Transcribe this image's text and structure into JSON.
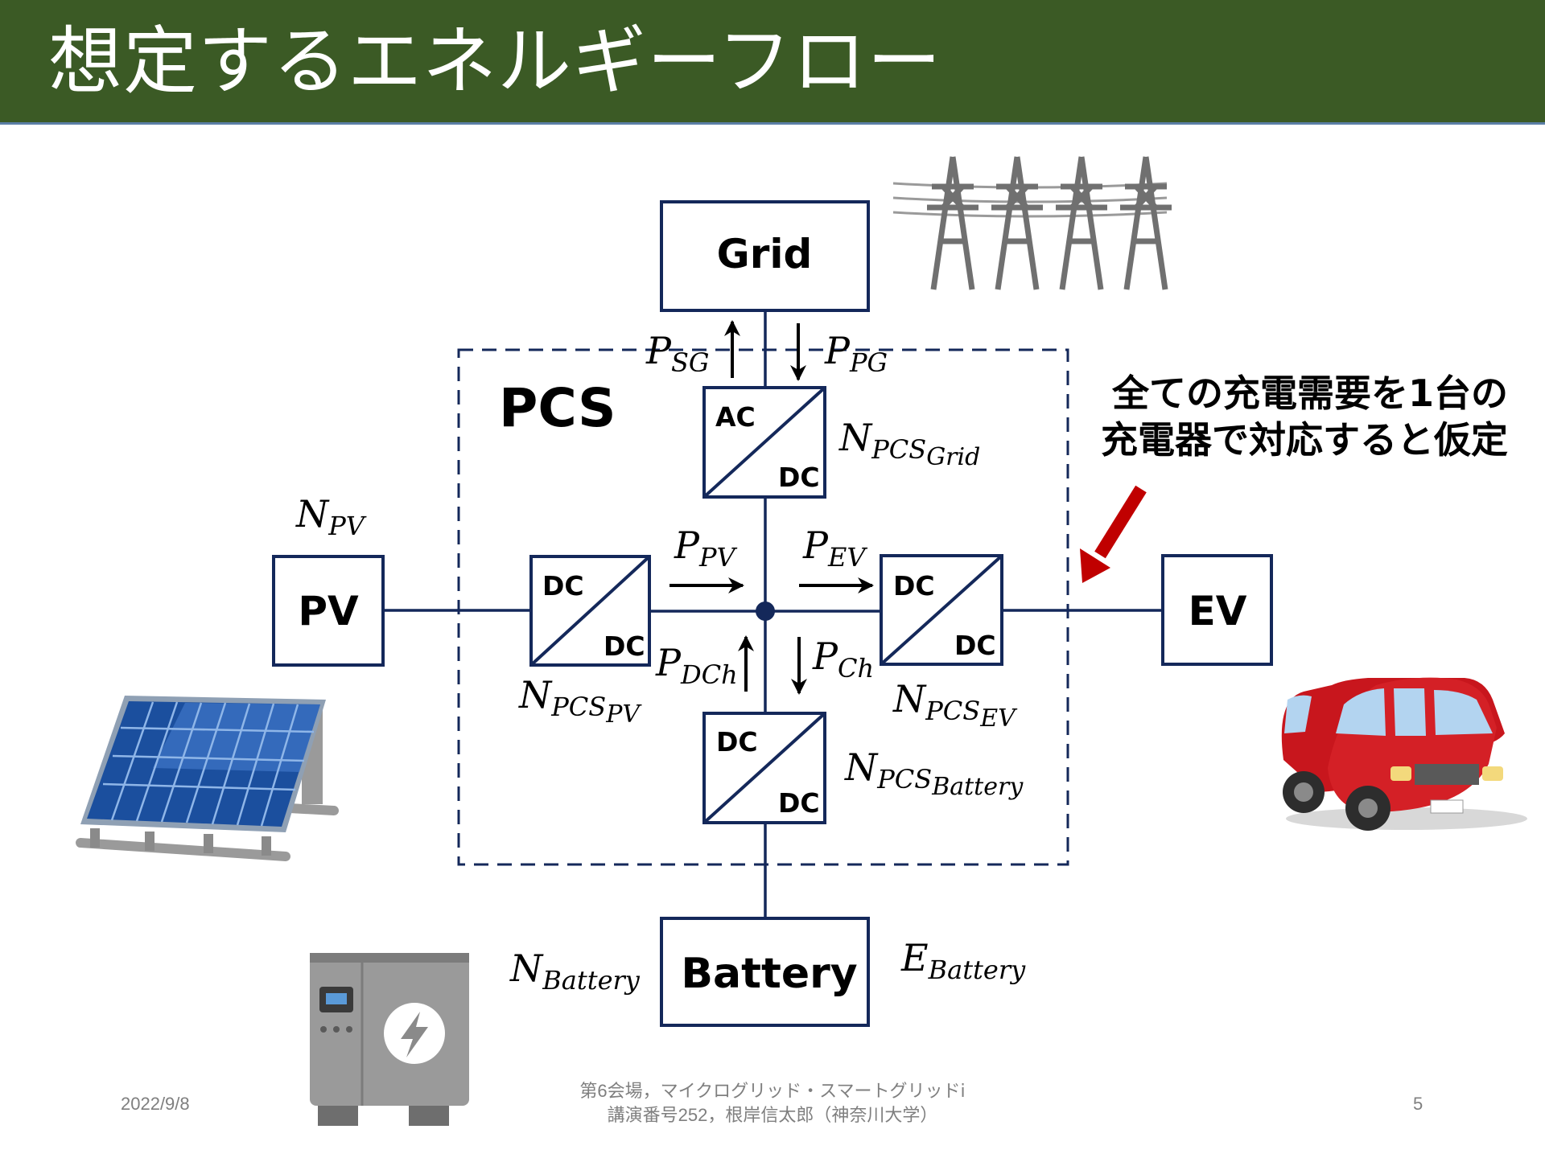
{
  "title": "想定するエネルギーフロー",
  "colors": {
    "title_bg": "#3b5a25",
    "line": "#14285a",
    "arrow_red": "#c00000"
  },
  "boxes": {
    "grid": "Grid",
    "pv": "PV",
    "ev": "EV",
    "battery": "Battery",
    "pcs": "PCS"
  },
  "converters": {
    "grid": {
      "top": "AC",
      "bottom": "DC"
    },
    "pv": {
      "top": "DC",
      "bottom": "DC"
    },
    "ev": {
      "top": "DC",
      "bottom": "DC"
    },
    "battery": {
      "top": "DC",
      "bottom": "DC"
    }
  },
  "symbols": {
    "p_sg": {
      "base": "P",
      "sub": "SG"
    },
    "p_pg": {
      "base": "P",
      "sub": "PG"
    },
    "p_pv": {
      "base": "P",
      "sub": "PV"
    },
    "p_ev": {
      "base": "P",
      "sub": "EV"
    },
    "p_dch": {
      "base": "P",
      "sub": "DCh"
    },
    "p_ch": {
      "base": "P",
      "sub": "Ch"
    },
    "n_pv": {
      "base": "N",
      "sub": "PV"
    },
    "n_pcs_grid": {
      "base": "N",
      "sub": "PCS",
      "subsub": "Grid"
    },
    "n_pcs_pv": {
      "base": "N",
      "sub": "PCS",
      "subsub": "PV"
    },
    "n_pcs_ev": {
      "base": "N",
      "sub": "PCS",
      "subsub": "EV"
    },
    "n_pcs_battery": {
      "base": "N",
      "sub": "PCS",
      "subsub": "Battery"
    },
    "n_battery": {
      "base": "N",
      "sub": "Battery"
    },
    "e_battery": {
      "base": "E",
      "sub": "Battery"
    }
  },
  "callout": {
    "line1": "全ての充電需要を1台の",
    "line2": "充電器で対応すると仮定"
  },
  "icons": [
    "power-tower-icon",
    "solar-panel-icon",
    "battery-unit-icon",
    "red-car-icon"
  ],
  "footer": {
    "date": "2022/9/8",
    "center_line1": "第6会場，マイクログリッド・スマートグリッドⅰ",
    "center_line2": "講演番号252，根岸信太郎（神奈川大学）",
    "page": "5"
  }
}
